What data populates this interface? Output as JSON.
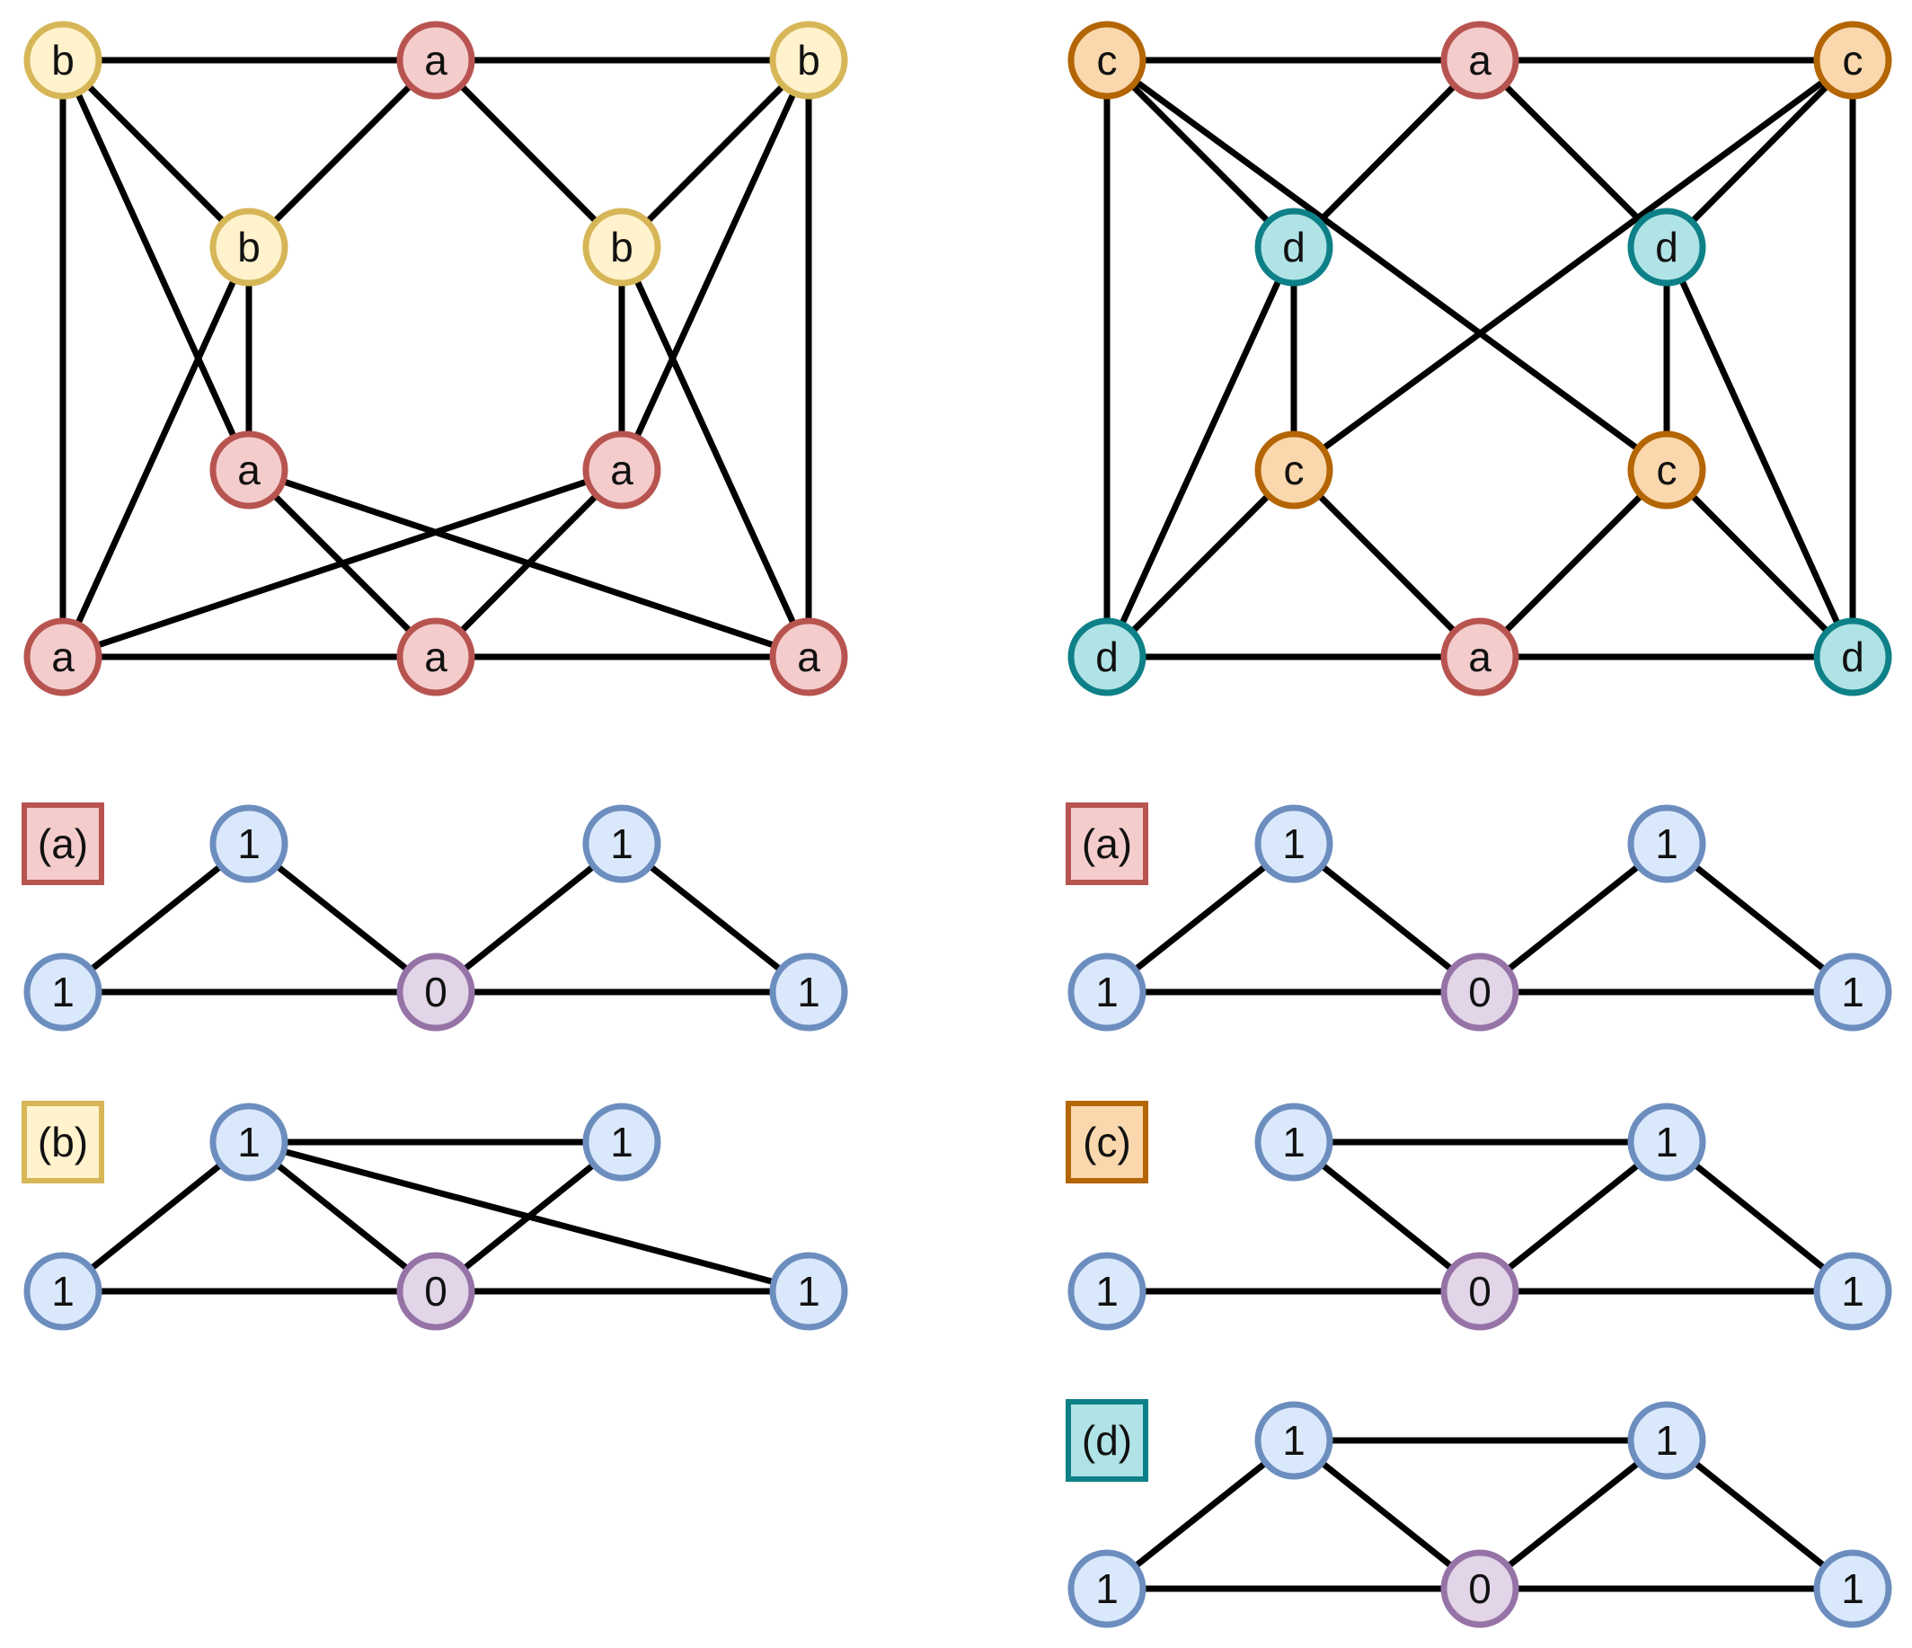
{
  "styles": {
    "a": {
      "fill": "#f4cccc",
      "stroke": "#b85450"
    },
    "b": {
      "fill": "#fff2cc",
      "stroke": "#d6b656"
    },
    "c": {
      "fill": "#fad7ac",
      "stroke": "#b46504"
    },
    "d": {
      "fill": "#b0e3e6",
      "stroke": "#0e8088"
    },
    "one": {
      "fill": "#dae8fc",
      "stroke": "#6c8ebf"
    },
    "zero": {
      "fill": "#e1d5e7",
      "stroke": "#9673a6"
    }
  },
  "graphs": [
    {
      "id": "top-left",
      "nodes": [
        {
          "id": "p1",
          "label": "b",
          "style": "b"
        },
        {
          "id": "p2",
          "label": "a",
          "style": "a"
        },
        {
          "id": "p3",
          "label": "b",
          "style": "b"
        },
        {
          "id": "p4",
          "label": "b",
          "style": "b"
        },
        {
          "id": "p5",
          "label": "b",
          "style": "b"
        },
        {
          "id": "p6",
          "label": "a",
          "style": "a"
        },
        {
          "id": "p7",
          "label": "a",
          "style": "a"
        },
        {
          "id": "p8",
          "label": "a",
          "style": "a"
        },
        {
          "id": "p9",
          "label": "a",
          "style": "a"
        },
        {
          "id": "p10",
          "label": "a",
          "style": "a"
        }
      ],
      "edges": [
        [
          "p1",
          "p2"
        ],
        [
          "p2",
          "p3"
        ],
        [
          "p1",
          "p8"
        ],
        [
          "p3",
          "p10"
        ],
        [
          "p8",
          "p9"
        ],
        [
          "p9",
          "p10"
        ],
        [
          "p1",
          "p4"
        ],
        [
          "p1",
          "p6"
        ],
        [
          "p2",
          "p4"
        ],
        [
          "p2",
          "p5"
        ],
        [
          "p3",
          "p5"
        ],
        [
          "p3",
          "p7"
        ],
        [
          "p4",
          "p6"
        ],
        [
          "p5",
          "p7"
        ],
        [
          "p4",
          "p8"
        ],
        [
          "p5",
          "p10"
        ],
        [
          "p6",
          "p9"
        ],
        [
          "p7",
          "p9"
        ],
        [
          "p6",
          "p10"
        ],
        [
          "p7",
          "p8"
        ]
      ]
    },
    {
      "id": "top-right",
      "nodes": [
        {
          "id": "q1",
          "label": "c",
          "style": "c"
        },
        {
          "id": "q2",
          "label": "a",
          "style": "a"
        },
        {
          "id": "q3",
          "label": "c",
          "style": "c"
        },
        {
          "id": "q4",
          "label": "d",
          "style": "d"
        },
        {
          "id": "q5",
          "label": "d",
          "style": "d"
        },
        {
          "id": "q6",
          "label": "c",
          "style": "c"
        },
        {
          "id": "q7",
          "label": "c",
          "style": "c"
        },
        {
          "id": "q8",
          "label": "d",
          "style": "d"
        },
        {
          "id": "q9",
          "label": "a",
          "style": "a"
        },
        {
          "id": "q10",
          "label": "d",
          "style": "d"
        }
      ],
      "edges": [
        [
          "q1",
          "q2"
        ],
        [
          "q2",
          "q3"
        ],
        [
          "q1",
          "q8"
        ],
        [
          "q3",
          "q10"
        ],
        [
          "q8",
          "q9"
        ],
        [
          "q9",
          "q10"
        ],
        [
          "q1",
          "q4"
        ],
        [
          "q1",
          "q7"
        ],
        [
          "q2",
          "q4"
        ],
        [
          "q2",
          "q5"
        ],
        [
          "q3",
          "q5"
        ],
        [
          "q3",
          "q6"
        ],
        [
          "q4",
          "q6"
        ],
        [
          "q5",
          "q7"
        ],
        [
          "q4",
          "q8"
        ],
        [
          "q5",
          "q10"
        ],
        [
          "q6",
          "q8"
        ],
        [
          "q6",
          "q9"
        ],
        [
          "q7",
          "q9"
        ],
        [
          "q7",
          "q10"
        ]
      ]
    },
    {
      "id": "left-a",
      "nodes": [
        {
          "id": "la1",
          "label": "1",
          "style": "one"
        },
        {
          "id": "la2",
          "label": "1",
          "style": "one"
        },
        {
          "id": "la3",
          "label": "1",
          "style": "one"
        },
        {
          "id": "la4",
          "label": "0",
          "style": "zero"
        },
        {
          "id": "la5",
          "label": "1",
          "style": "one"
        }
      ],
      "edges": [
        [
          "la3",
          "la1"
        ],
        [
          "la1",
          "la4"
        ],
        [
          "la4",
          "la2"
        ],
        [
          "la2",
          "la5"
        ],
        [
          "la3",
          "la4"
        ],
        [
          "la4",
          "la5"
        ]
      ]
    },
    {
      "id": "left-b",
      "nodes": [
        {
          "id": "lb1",
          "label": "1",
          "style": "one"
        },
        {
          "id": "lb2",
          "label": "1",
          "style": "one"
        },
        {
          "id": "lb3",
          "label": "1",
          "style": "one"
        },
        {
          "id": "lb4",
          "label": "0",
          "style": "zero"
        },
        {
          "id": "lb5",
          "label": "1",
          "style": "one"
        }
      ],
      "edges": [
        [
          "lb1",
          "lb2"
        ],
        [
          "lb1",
          "lb5"
        ],
        [
          "lb3",
          "lb1"
        ],
        [
          "lb1",
          "lb4"
        ],
        [
          "lb4",
          "lb2"
        ],
        [
          "lb3",
          "lb4"
        ],
        [
          "lb4",
          "lb5"
        ]
      ]
    },
    {
      "id": "right-a",
      "nodes": [
        {
          "id": "ra1",
          "label": "1",
          "style": "one"
        },
        {
          "id": "ra2",
          "label": "1",
          "style": "one"
        },
        {
          "id": "ra3",
          "label": "1",
          "style": "one"
        },
        {
          "id": "ra4",
          "label": "0",
          "style": "zero"
        },
        {
          "id": "ra5",
          "label": "1",
          "style": "one"
        }
      ],
      "edges": [
        [
          "ra3",
          "ra1"
        ],
        [
          "ra1",
          "ra4"
        ],
        [
          "ra4",
          "ra2"
        ],
        [
          "ra2",
          "ra5"
        ],
        [
          "ra3",
          "ra4"
        ],
        [
          "ra4",
          "ra5"
        ]
      ]
    },
    {
      "id": "right-c",
      "nodes": [
        {
          "id": "rc1",
          "label": "1",
          "style": "one"
        },
        {
          "id": "rc2",
          "label": "1",
          "style": "one"
        },
        {
          "id": "rc3",
          "label": "1",
          "style": "one"
        },
        {
          "id": "rc4",
          "label": "0",
          "style": "zero"
        },
        {
          "id": "rc5",
          "label": "1",
          "style": "one"
        }
      ],
      "edges": [
        [
          "rc1",
          "rc2"
        ],
        [
          "rc1",
          "rc4"
        ],
        [
          "rc4",
          "rc2"
        ],
        [
          "rc2",
          "rc5"
        ],
        [
          "rc3",
          "rc4"
        ],
        [
          "rc4",
          "rc5"
        ]
      ]
    },
    {
      "id": "right-d",
      "nodes": [
        {
          "id": "rd1",
          "label": "1",
          "style": "one"
        },
        {
          "id": "rd2",
          "label": "1",
          "style": "one"
        },
        {
          "id": "rd3",
          "label": "1",
          "style": "one"
        },
        {
          "id": "rd4",
          "label": "0",
          "style": "zero"
        },
        {
          "id": "rd5",
          "label": "1",
          "style": "one"
        }
      ],
      "edges": [
        [
          "rd1",
          "rd2"
        ],
        [
          "rd3",
          "rd1"
        ],
        [
          "rd1",
          "rd4"
        ],
        [
          "rd4",
          "rd2"
        ],
        [
          "rd2",
          "rd5"
        ],
        [
          "rd3",
          "rd4"
        ],
        [
          "rd4",
          "rd5"
        ]
      ]
    }
  ],
  "boxes": [
    {
      "id": "box-left-a",
      "label": "(a)",
      "style": "a"
    },
    {
      "id": "box-left-b",
      "label": "(b)",
      "style": "b"
    },
    {
      "id": "box-right-a",
      "label": "(a)",
      "style": "a"
    },
    {
      "id": "box-right-c",
      "label": "(c)",
      "style": "c"
    },
    {
      "id": "box-right-d",
      "label": "(d)",
      "style": "d"
    }
  ]
}
